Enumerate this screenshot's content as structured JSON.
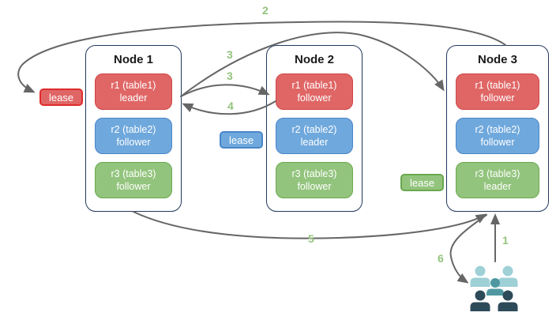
{
  "nodes": [
    {
      "title": "Node 1",
      "replicas": [
        {
          "name": "r1 (table1)",
          "role": "leader",
          "color": "red"
        },
        {
          "name": "r2 (table2)",
          "role": "follower",
          "color": "blue"
        },
        {
          "name": "r3 (table3)",
          "role": "follower",
          "color": "green"
        }
      ]
    },
    {
      "title": "Node 2",
      "replicas": [
        {
          "name": "r1 (table1)",
          "role": "follower",
          "color": "red"
        },
        {
          "name": "r2 (table2)",
          "role": "leader",
          "color": "blue"
        },
        {
          "name": "r3 (table3)",
          "role": "follower",
          "color": "green"
        }
      ]
    },
    {
      "title": "Node 3",
      "replicas": [
        {
          "name": "r1 (table1)",
          "role": "follower",
          "color": "red"
        },
        {
          "name": "r2 (table2)",
          "role": "follower",
          "color": "blue"
        },
        {
          "name": "r3 (table3)",
          "role": "leader",
          "color": "green"
        }
      ]
    }
  ],
  "leases": [
    {
      "label": "lease",
      "color": "red",
      "near": "node1-r1-leader"
    },
    {
      "label": "lease",
      "color": "blue",
      "near": "node2-r2-leader"
    },
    {
      "label": "lease",
      "color": "green",
      "near": "node3-r3-leader"
    }
  ],
  "steps": [
    {
      "label": "1"
    },
    {
      "label": "2"
    },
    {
      "label": "3"
    },
    {
      "label": "3"
    },
    {
      "label": "4"
    },
    {
      "label": "5"
    },
    {
      "label": "6"
    }
  ],
  "colors": {
    "replica_red": "#e06666",
    "replica_blue": "#6fa8dc",
    "replica_green": "#93c47d",
    "node_border": "#23395d",
    "arrow": "#666666",
    "step_label": "#93c47d",
    "users_light": "#9ed0d6",
    "users_medium": "#4f98a2",
    "users_dark": "#2d4a59"
  }
}
